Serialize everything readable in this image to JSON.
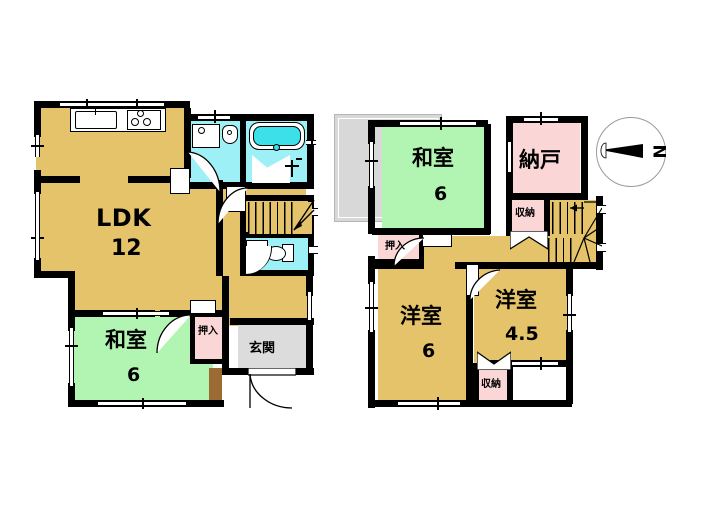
{
  "plan": {
    "title": "Japanese residential floor plan (1F / 2F)",
    "colors": {
      "wall": "#000000",
      "ldk_floor": "#E5C36A",
      "tatami_green": "#B2F5B2",
      "water_cyan": "#9DF0F5",
      "closet_pink": "#FBD6D6",
      "genkan_grey": "#DCDCDC",
      "balcony_grey": "#D8D8D8",
      "tub_cyan": "#3BE0E8",
      "step_brown": "#9C6B33",
      "stair_tan": "#E5C36A"
    },
    "floor1": {
      "rooms": [
        {
          "key": "ldk",
          "label": "LDK",
          "size": "12",
          "type": "living-dining-kitchen"
        },
        {
          "key": "washitsu",
          "label": "和室",
          "size": "6",
          "type": "japanese-tatami-room"
        },
        {
          "key": "oshiire",
          "label": "押入",
          "size": "",
          "type": "closet"
        },
        {
          "key": "genkan",
          "label": "玄関",
          "size": "",
          "type": "entrance"
        }
      ],
      "fixtures": [
        "kitchen-sink",
        "gas-stove",
        "washbasin",
        "washing-machine",
        "bathtub",
        "shower",
        "toilet",
        "staircase"
      ]
    },
    "floor2": {
      "rooms": [
        {
          "key": "washitsu2",
          "label": "和室",
          "size": "6",
          "type": "japanese-tatami-room"
        },
        {
          "key": "nando",
          "label": "納戸",
          "size": "",
          "type": "storage-room"
        },
        {
          "key": "yoshitsu6",
          "label": "洋室",
          "size": "6",
          "type": "western-room"
        },
        {
          "key": "yoshitsu45",
          "label": "洋室",
          "size": "4.5",
          "type": "western-room"
        },
        {
          "key": "oshiire2",
          "label": "押入",
          "size": "",
          "type": "closet"
        },
        {
          "key": "shuno1",
          "label": "収納",
          "size": "",
          "type": "storage-closet"
        },
        {
          "key": "shuno2",
          "label": "収納",
          "size": "",
          "type": "storage-closet"
        }
      ],
      "fixtures": [
        "winder-staircase",
        "balcony"
      ]
    },
    "compass": {
      "label": "N",
      "direction": "west-pointing-needle"
    }
  }
}
